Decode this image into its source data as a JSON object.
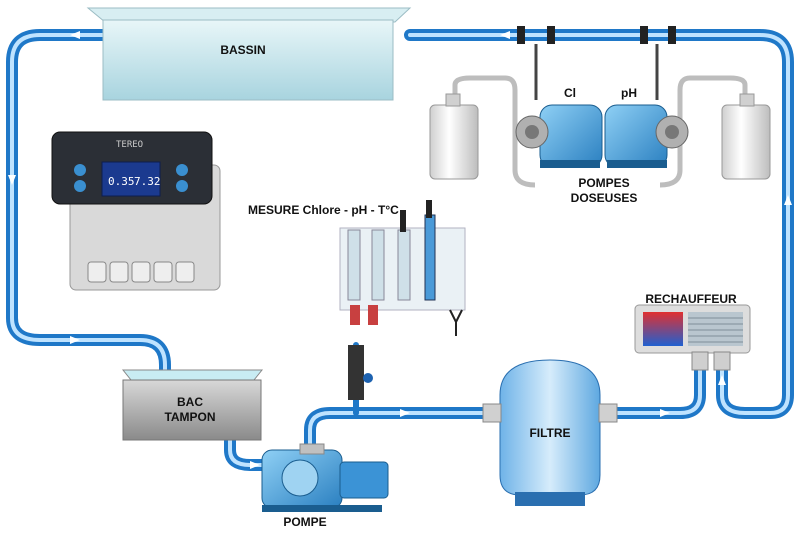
{
  "diagram": {
    "labels": {
      "basin": "BASSIN",
      "chlorine": "Cl",
      "ph": "pH",
      "dosing_pumps": "POMPES\nDOSEUSES",
      "measurement": "MESURE Chlore - pH - T°C",
      "heater": "RECHAUFFEUR",
      "buffer_tank": "BAC\nTAMPON",
      "filter": "FILTRE",
      "pump": "POMPE"
    },
    "controller": {
      "brand": "TEREO",
      "reading_left": "0.35",
      "reading_right": "7.32"
    },
    "colors": {
      "pipe": "#1f78c8",
      "pipe_highlight": "#bfe3ff",
      "water": "#bfe6ee",
      "pump_body": "#2f8fd0",
      "flow_arrow": "#ffffff"
    }
  }
}
